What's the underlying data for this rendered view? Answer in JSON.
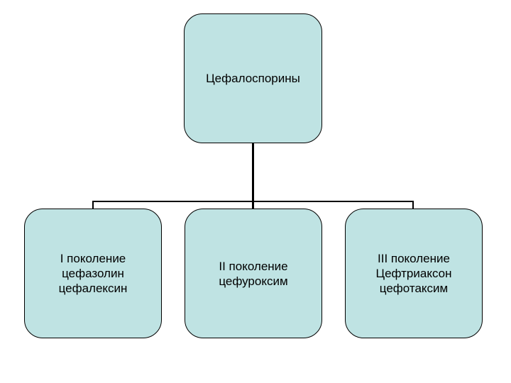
{
  "diagram": {
    "type": "org-chart",
    "colors": {
      "node_fill": "#bfe3e3",
      "node_border": "#000000",
      "connector": "#000000"
    },
    "root": {
      "label": "Цефалоспорины"
    },
    "children": [
      {
        "label": "I  поколение\nцефазолин\nцефалексин"
      },
      {
        "label": "II поколение\nцефуроксим"
      },
      {
        "label": "III поколение\nЦефтриаксон\nцефотаксим"
      }
    ]
  }
}
